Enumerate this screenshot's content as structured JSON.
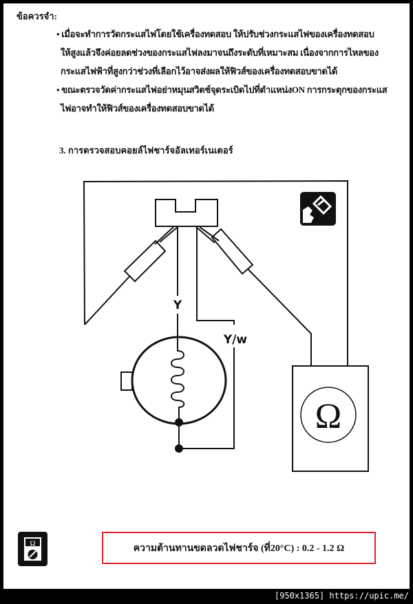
{
  "notes": {
    "heading": "ข้อควรจำ:",
    "bullet1_line1": "• เมื่อจะทำการวัดกระแสไฟโดยใช้เครื่องทดสอบ ให้ปรับช่วงกระแสไฟของเครื่องทดสอบ",
    "bullet1_line2": "ให้สูงแล้วจึงค่อยลดช่วงของกระแสไฟลงมาจนถึงระดับที่เหมาะสม เนื่องจากการไหลของ",
    "bullet1_line3": "กระแสไฟฟ้าที่สูงกว่าช่วงที่เลือกไว้อาจส่งผลให้ฟิวส์ของเครื่องทดสอบขาดได้",
    "bullet2_line1": "• ขณะตรวจวัดค่ากระแสไฟอย่าหมุนสวิตช์จุดระเบิดไปที่ตำแหน่งON การกระตุกของกระแส",
    "bullet2_line2": "ไฟอาจทำให้ฟิวส์ของเครื่องทดสอบขาดได้"
  },
  "section_title": "3. การตรวจสอบคอยล์ไฟชาร์จอัลเทอร์เนเตอร์",
  "diagram": {
    "wire_label_y": "Y",
    "wire_label_yw": "Y/w",
    "meter_symbol": "Ω",
    "icons": [
      "disconnect-connector-icon",
      "ohmmeter-icon"
    ]
  },
  "spec": {
    "text": "ความต้านทานขดลวดไฟชาร์จ (ที่20°C) : 0.2 - 1.2 Ω",
    "border_color": "#e0202a"
  },
  "footer": "[950x1365] https://upic.me/"
}
